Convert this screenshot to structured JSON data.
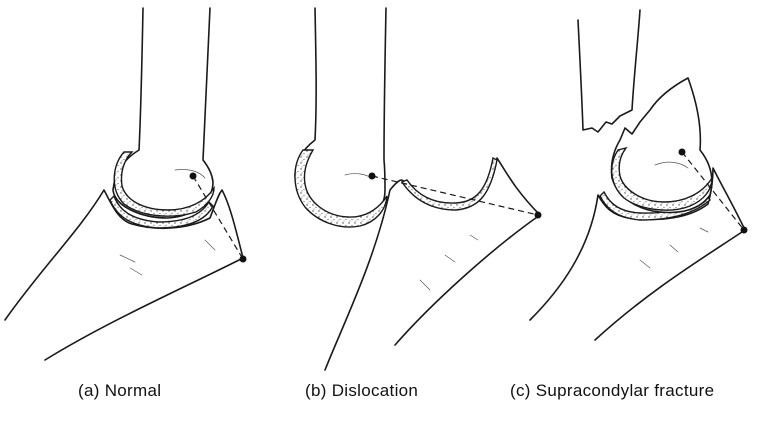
{
  "panels": [
    {
      "id": "a",
      "caption": "(a) Normal"
    },
    {
      "id": "b",
      "caption": "(b) Dislocation"
    },
    {
      "id": "c",
      "caption": "(c) Supracondylar fracture"
    }
  ],
  "colors": {
    "line": "#1a1a1a",
    "background": "#ffffff"
  }
}
